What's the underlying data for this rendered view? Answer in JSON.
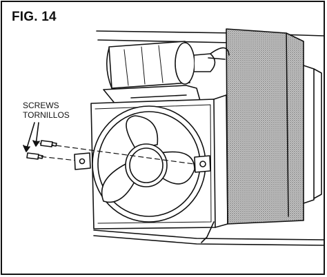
{
  "figure": {
    "label": "FIG. 14"
  },
  "callout": {
    "line1": "SCREWS",
    "line2": "TORNILLOS"
  },
  "colors": {
    "ink": "#111111",
    "shade": "#9a9a9a",
    "background": "#ffffff"
  }
}
